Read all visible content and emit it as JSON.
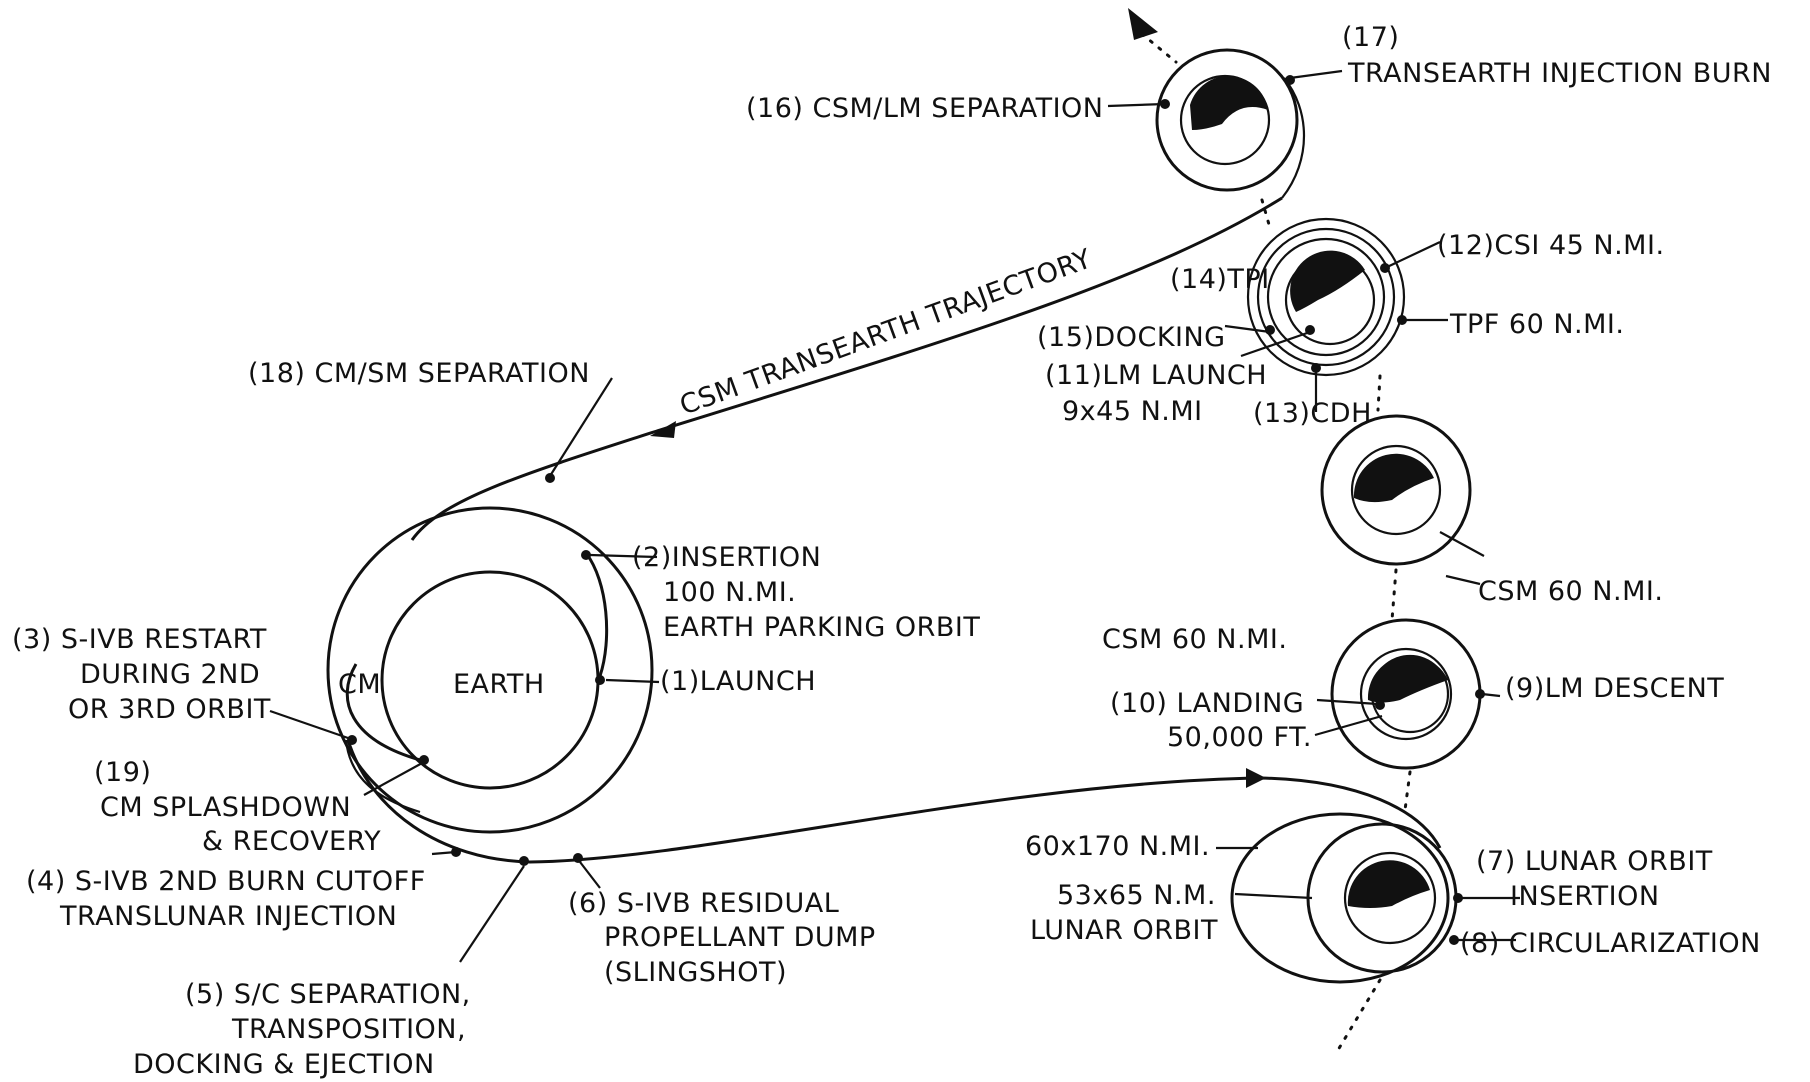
{
  "diagram": {
    "labels": {
      "earth": "EARTH",
      "cm": "CM",
      "l1": "(1)LAUNCH",
      "l2a": "(2)INSERTION",
      "l2b": "100 N.MI.",
      "l2c": "EARTH PARKING ORBIT",
      "l3a": "(3)  S-IVB RESTART",
      "l3b": "DURING 2ND",
      "l3c": "OR 3RD ORBIT",
      "l4a": "(4) S-IVB 2ND BURN CUTOFF",
      "l4b": "TRANSLUNAR INJECTION",
      "l5a": "(5) S/C SEPARATION,",
      "l5b": "TRANSPOSITION,",
      "l5c": "DOCKING & EJECTION",
      "l6a": "(6) S-IVB RESIDUAL",
      "l6b": "PROPELLANT DUMP",
      "l6c": "(SLINGSHOT)",
      "l7a": "(7) LUNAR ORBIT",
      "l7b": "INSERTION",
      "l8": "(8) CIRCULARIZATION",
      "l9": "(9)LM DESCENT",
      "l10a": "(10)  LANDING",
      "l10b": "50,000 FT.",
      "l11a": "(11)LM LAUNCH",
      "l11b": "9x45 N.MI",
      "l12": "(12)CSI 45 N.MI.",
      "l13": "(13)CDH",
      "l14": "(14)TPI",
      "l15": "(15)DOCKING",
      "tpf": "TPF 60 N.MI.",
      "l16": "(16) CSM/LM  SEPARATION",
      "l17a": "(17)",
      "l17b": "TRANSEARTH INJECTION BURN",
      "l18": "(18)  CM/SM  SEPARATION",
      "l19a": "(19)",
      "l19b": "CM SPLASHDOWN",
      "l19c": "& RECOVERY",
      "trajectory": "CSM TRANSEARTH TRAJECTORY",
      "csm60a": "CSM 60 N.MI.",
      "csm60b": "CSM 60 N.MI.",
      "orbit60x170": "60x170 N.MI.",
      "lunar53a": "53x65 N.M.",
      "lunar53b": "LUNAR ORBIT"
    }
  }
}
